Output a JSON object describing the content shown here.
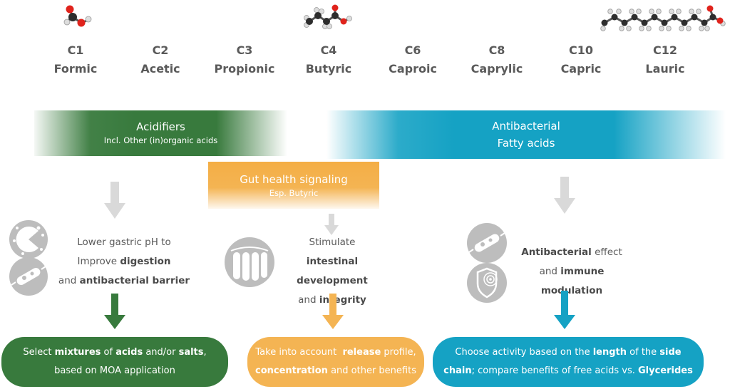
{
  "acids": [
    {
      "code": "C1",
      "name": "Formic"
    },
    {
      "code": "C2",
      "name": "Acetic"
    },
    {
      "code": "C3",
      "name": "Propionic"
    },
    {
      "code": "C4",
      "name": "Butyric"
    },
    {
      "code": "C6",
      "name": "Caproic"
    },
    {
      "code": "C8",
      "name": "Caprylic"
    },
    {
      "code": "C10",
      "name": "Capric"
    },
    {
      "code": "C12",
      "name": "Lauric"
    }
  ],
  "bands": {
    "acidifiers": {
      "title": "Acidifiers",
      "subtitle": "Incl. Other (in)organic acids"
    },
    "antibacterial": {
      "line1": "Antibacterial",
      "line2": "Fatty acids"
    },
    "gut": {
      "title": "Gut health signaling",
      "subtitle": "Esp. Butyric"
    }
  },
  "effects": {
    "left": {
      "l1": "Lower gastric pH to",
      "l2a": "Improve ",
      "l2b": "digestion",
      "l3a": "and ",
      "l3b": "antibacterial barrier"
    },
    "middle": {
      "l1": "Stimulate",
      "l2": "intestinal development",
      "l3a": "and ",
      "l3b": "integrity"
    },
    "right": {
      "l1a": "Antibacterial",
      "l1b": " effect",
      "l2a": "and ",
      "l2b": "immune modulation"
    }
  },
  "recommendations": {
    "green": {
      "a": "Select ",
      "b": "mixtures",
      "c": " of ",
      "d": "acids",
      "e": " and/or ",
      "f": "salts",
      "g": ",",
      "line2": "based on MOA application"
    },
    "orange": {
      "a": "Take into account  ",
      "b": "release",
      "c": " profile,",
      "d": "concentration",
      "e": " and other benefits"
    },
    "blue": {
      "a": "Choose activity based on the ",
      "b": "length",
      "c": " of the ",
      "d": "side",
      "e": "chain",
      "f": "; compare benefits of free acids vs. ",
      "g": "Glycerides"
    }
  },
  "colors": {
    "green": "#387a3d",
    "blue": "#15a2c4",
    "orange": "#f4b453",
    "gray": "#d9d9d9",
    "text": "#5a5a5a"
  },
  "icons": [
    "formic-acid-molecule-icon",
    "butyric-acid-molecule-icon",
    "lauric-acid-molecule-icon",
    "stomach-acid-icon",
    "bacteria-icon",
    "intestinal-villi-icon",
    "shield-icon",
    "arrow-down-icon"
  ]
}
